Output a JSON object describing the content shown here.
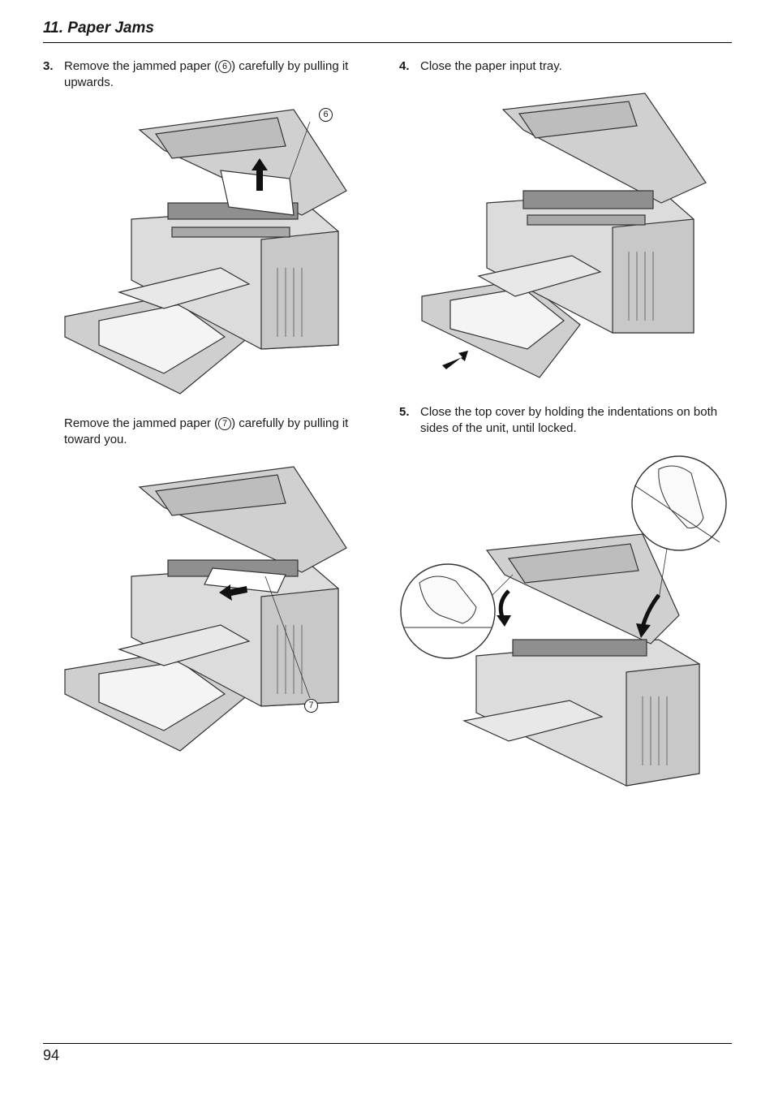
{
  "header": {
    "title": "11. Paper Jams"
  },
  "steps": {
    "s3": {
      "number": "3.",
      "text_a": "Remove the jammed paper (",
      "ref": "6",
      "text_b": ") carefully by pulling it upwards."
    },
    "s3b": {
      "text_a": "Remove the jammed paper (",
      "ref": "7",
      "text_b": ") carefully by pulling it toward you."
    },
    "s4": {
      "number": "4.",
      "text": "Close the paper input tray."
    },
    "s5": {
      "number": "5.",
      "text": "Close the top cover by holding the indentations on both sides of the unit, until locked."
    }
  },
  "callouts": {
    "c6": "6",
    "c7": "7"
  },
  "footer": {
    "page_number": "94"
  },
  "icons": [
    "arrow-up-icon",
    "arrow-left-icon",
    "arrow-right-icon",
    "arrow-down-curved-icon",
    "hand-icon"
  ]
}
